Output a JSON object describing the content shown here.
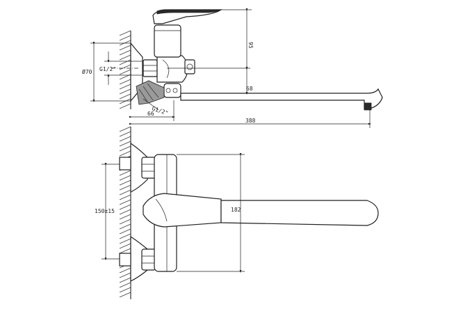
{
  "dimensions": {
    "top_height": "95",
    "spout_height": "68",
    "wall_offset": "66",
    "spout_length": "388",
    "flange_diameter": "Ø70",
    "inlet_thread": "G1/2\"",
    "outlet_thread": "G1/2\"",
    "inlet_spacing": "150±15",
    "body_height": "182"
  },
  "colors": {
    "line": "#1f1f1f",
    "background": "#ffffff"
  }
}
